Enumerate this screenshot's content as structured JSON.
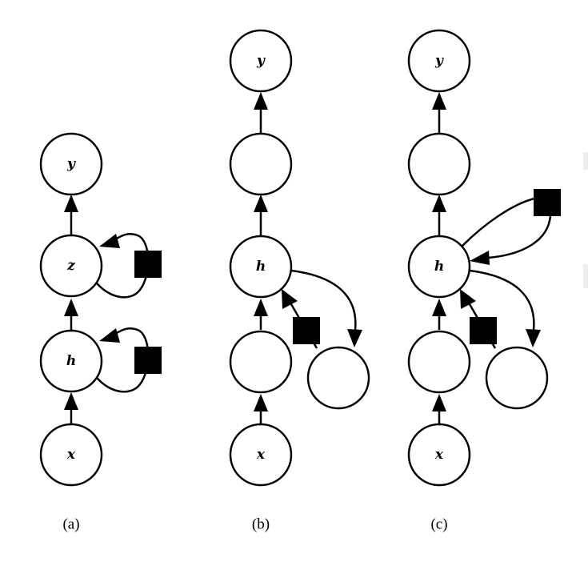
{
  "panels": [
    {
      "id": "a",
      "caption": "(a)",
      "nodes": [
        {
          "id": "y",
          "label": "y"
        },
        {
          "id": "z",
          "label": "z"
        },
        {
          "id": "h",
          "label": "h"
        },
        {
          "id": "x",
          "label": "x"
        }
      ],
      "edges": [
        {
          "from": "x",
          "to": "h"
        },
        {
          "from": "h",
          "to": "z"
        },
        {
          "from": "z",
          "to": "y"
        },
        {
          "from": "h",
          "to": "h",
          "via": "delay"
        },
        {
          "from": "z",
          "to": "z",
          "via": "delay"
        }
      ]
    },
    {
      "id": "b",
      "caption": "(b)",
      "nodes": [
        {
          "id": "y",
          "label": "y"
        },
        {
          "id": "hidden-top",
          "label": ""
        },
        {
          "id": "h",
          "label": "h"
        },
        {
          "id": "hidden-bottom",
          "label": ""
        },
        {
          "id": "x",
          "label": "x"
        },
        {
          "id": "side",
          "label": ""
        }
      ],
      "edges": [
        {
          "from": "x",
          "to": "hidden-bottom"
        },
        {
          "from": "hidden-bottom",
          "to": "h"
        },
        {
          "from": "h",
          "to": "hidden-top"
        },
        {
          "from": "hidden-top",
          "to": "y"
        },
        {
          "from": "h",
          "to": "side"
        },
        {
          "from": "side",
          "to": "h",
          "via": "delay"
        }
      ]
    },
    {
      "id": "c",
      "caption": "(c)",
      "nodes": [
        {
          "id": "y",
          "label": "y"
        },
        {
          "id": "hidden-top",
          "label": ""
        },
        {
          "id": "h",
          "label": "h"
        },
        {
          "id": "hidden-bottom",
          "label": ""
        },
        {
          "id": "x",
          "label": "x"
        },
        {
          "id": "side",
          "label": ""
        }
      ],
      "edges": [
        {
          "from": "x",
          "to": "hidden-bottom"
        },
        {
          "from": "hidden-bottom",
          "to": "h"
        },
        {
          "from": "h",
          "to": "hidden-top"
        },
        {
          "from": "hidden-top",
          "to": "y"
        },
        {
          "from": "h",
          "to": "side"
        },
        {
          "from": "side",
          "to": "h",
          "via": "delay"
        },
        {
          "from": "h",
          "to": "h",
          "via": "delay"
        }
      ]
    }
  ]
}
